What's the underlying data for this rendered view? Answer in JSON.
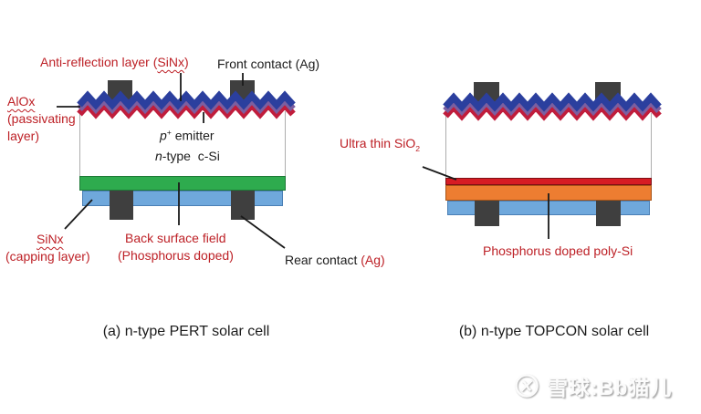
{
  "colors": {
    "label_red": "#bd2026",
    "text_black": "#1c1c1c",
    "zigzag_blue": "#2b3f9e",
    "zigzag_purple": "#7b5fa0",
    "zigzag_crimson": "#c01d3c",
    "bsf_green": "#2eab4e",
    "light_blue": "#6fa8dc",
    "poly_orange": "#ed7d31",
    "thin_red_sio2": "#d61c24",
    "contact_gray": "#3f3f3f"
  },
  "cell_a": {
    "caption": "(a) n-type PERT solar cell",
    "anti_reflection": {
      "prefix": "Anti-reflection layer (",
      "chem": "SiNx",
      "suffix": ")"
    },
    "front_contact": "Front contact (Ag)",
    "alox": {
      "chem": "AlOx",
      "line2": "(passivating",
      "line3": "layer)"
    },
    "emitter": {
      "base": "p",
      "sup": "+",
      "rest": " emitter"
    },
    "bulk": {
      "italic": "n",
      "rest": "-type  c-Si"
    },
    "sinx_capping": {
      "chem": "SiNx",
      "line2": "(capping layer)"
    },
    "bsf": {
      "line1": "Back surface field",
      "line2": "(Phosphorus doped)"
    },
    "rear_contact": {
      "black": "Rear contact ",
      "red": "(Ag)"
    }
  },
  "cell_b": {
    "caption": "(b) n-type TOPCON solar cell",
    "ultra_thin": {
      "text": "Ultra thin SiO",
      "sub": "2"
    },
    "poly_si": "Phosphorus doped poly-Si"
  },
  "watermark": {
    "text": "雪球:Bb猫儿"
  }
}
